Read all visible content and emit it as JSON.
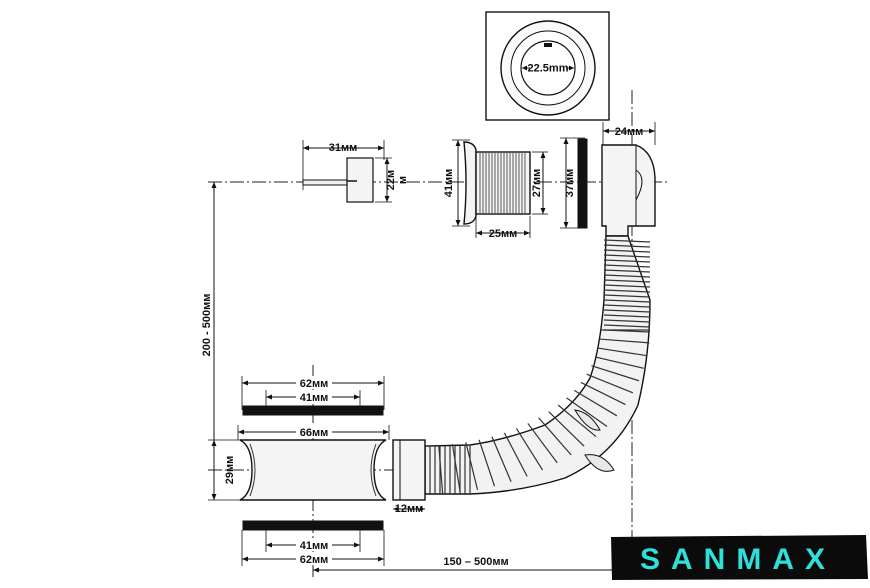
{
  "labels": {
    "dim_31": "31мм",
    "dim_22": "22м",
    "dim_22_unit": "м",
    "dim_41_side": "41мм",
    "dim_27": "27мм",
    "dim_25": "25мм",
    "dim_37": "37мм",
    "dim_24": "24мм",
    "dim_22_5": "22.5mm",
    "dim_200_500": "200 - 500мм",
    "dim_62_top": "62мм",
    "dim_41_top": "41мм",
    "dim_66": "66мм",
    "dim_29": "29мм",
    "dim_12": "12мм",
    "dim_41_bottom": "41мм",
    "dim_62_bottom": "62мм",
    "dim_150_500": "150 – 500мм"
  },
  "logo": {
    "text": "SANMAX",
    "accent": "#2fe0d8",
    "background": "#0b0b0b"
  }
}
